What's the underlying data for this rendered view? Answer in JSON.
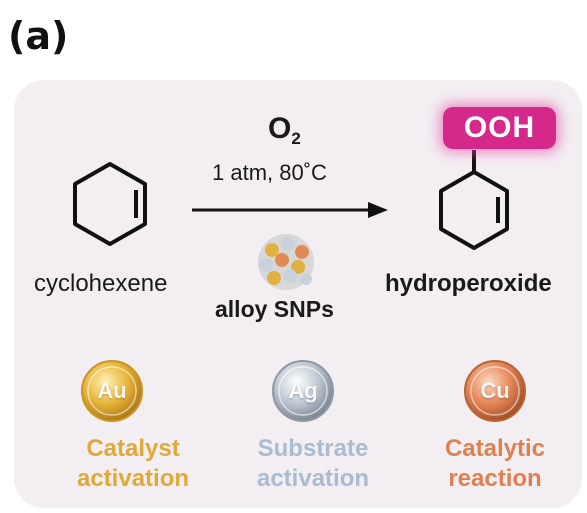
{
  "panel_label": "(a)",
  "reagent": {
    "formula": "O",
    "subscript": "2",
    "conditions": "1 atm, 80˚C"
  },
  "reactant": {
    "name": "cyclohexene"
  },
  "product": {
    "name": "hydroperoxide",
    "group": "OOH"
  },
  "catalyst": {
    "name": "alloy SNPs"
  },
  "metals": [
    {
      "symbol": "Au",
      "label_line1": "Catalyst",
      "label_line2": "activation",
      "color": "#dfa93a"
    },
    {
      "symbol": "Ag",
      "label_line1": "Substrate",
      "label_line2": "activation",
      "color": "#a9bcd0"
    },
    {
      "symbol": "Cu",
      "label_line1": "Catalytic",
      "label_line2": "reaction",
      "color": "#df8050"
    }
  ]
}
